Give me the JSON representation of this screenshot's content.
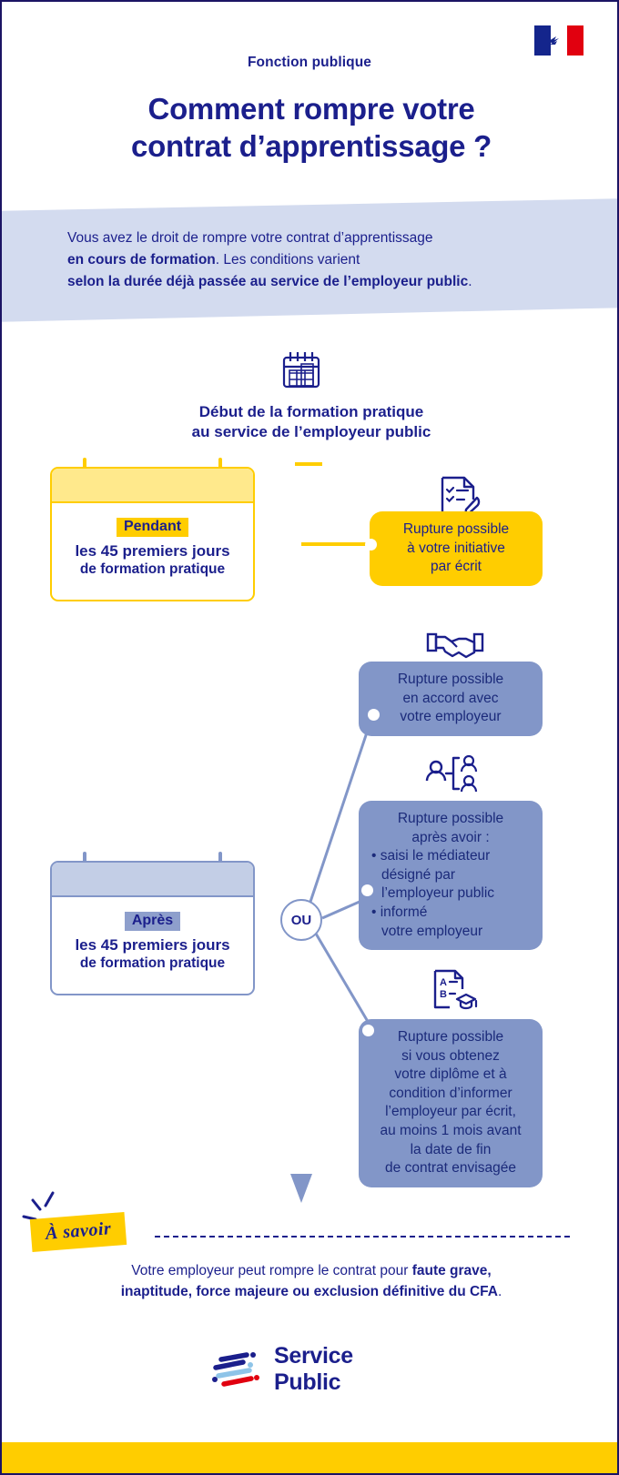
{
  "header": {
    "flag_alt": "french-republic-flag",
    "eyebrow": "Fonction publique",
    "title_line1": "Comment rompre votre",
    "title_line2": "contrat d’apprentissage ?"
  },
  "intro": {
    "line1_plain": "Vous avez le droit de rompre votre contrat d’apprentissage",
    "line2_bold": "en cours de formation",
    "line2_plain": ". Les conditions varient",
    "line3_bold": "selon la durée déjà passée au service de l’employeur public",
    "line3_plain": "."
  },
  "timeline": {
    "start_icon": "calendar-icon",
    "heading_line1": "Début de la formation pratique",
    "heading_line2": "au service de l’employeur public",
    "or_label": "OU"
  },
  "periods": [
    {
      "id": "pendant",
      "chip": "Pendant",
      "line1": "les 45 premiers jours",
      "line2": "de formation pratique",
      "accent": "#FFCD00",
      "band": "#FFE98C",
      "chip_bg": "#FFCD00"
    },
    {
      "id": "apres",
      "chip": "Après",
      "line1": "les 45 premiers jours",
      "line2": "de formation pratique",
      "accent": "#8296C8",
      "band": "#C3CEE6",
      "chip_bg": "#8E9FCC"
    }
  ],
  "outcomes": [
    {
      "id": "initiative",
      "icon": "document-check-pen-icon",
      "color": "#FFCD00",
      "lines": [
        "Rupture possible",
        "à votre initiative",
        "par écrit"
      ]
    },
    {
      "id": "accord",
      "icon": "handshake-icon",
      "color": "#8296C8",
      "lines": [
        "Rupture possible",
        "en accord avec",
        "votre employeur"
      ]
    },
    {
      "id": "mediateur",
      "icon": "mediator-people-icon",
      "color": "#8296C8",
      "lines": [
        "Rupture possible",
        "après avoir :"
      ],
      "bullets": [
        [
          "saisi le médiateur",
          "désigné par",
          "l’employeur public"
        ],
        [
          "informé",
          "votre employeur"
        ]
      ]
    },
    {
      "id": "diplome",
      "icon": "diploma-graduation-icon",
      "color": "#8296C8",
      "lines": [
        "Rupture possible",
        "si vous obtenez",
        "votre diplôme et à",
        "condition d’informer",
        "l’employeur par écrit,",
        "au moins 1 mois avant",
        "la date de fin",
        "de contrat envisagée"
      ]
    }
  ],
  "note": {
    "badge": "À savoir",
    "text_l1_plain": "Votre employeur peut rompre le contrat pour ",
    "text_l1_bold": "faute grave,",
    "text_l2_bold": "inaptitude, force majeure ou exclusion définitive du CFA",
    "text_l2_plain": "."
  },
  "footer": {
    "logo_mark": "service-public-logo-mark",
    "logo_text": "Service Public"
  },
  "colors": {
    "navy": "#1B1F8C",
    "yellow": "#FFCD00",
    "blue": "#8296C8",
    "pale_blue": "#D3DBEF"
  }
}
